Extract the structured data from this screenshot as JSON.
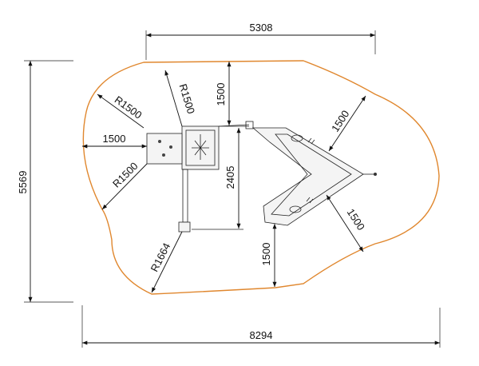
{
  "dimensions": {
    "top_width": "5308",
    "bottom_width": "8294",
    "left_height": "5569",
    "left_clearance": "1500",
    "top_clearance": "1500",
    "bottom_clearance": "1500",
    "upper_right_clearance": "1500",
    "lower_right_clearance": "1500",
    "inner_height": "2405"
  },
  "radii": {
    "upper_left_r1": "R1500",
    "upper_left_r2": "R1500",
    "left_lower_r": "R1500",
    "bottom_left_r": "R1664"
  },
  "colors": {
    "safety_zone": "#e0872e",
    "lines": "#111111"
  }
}
